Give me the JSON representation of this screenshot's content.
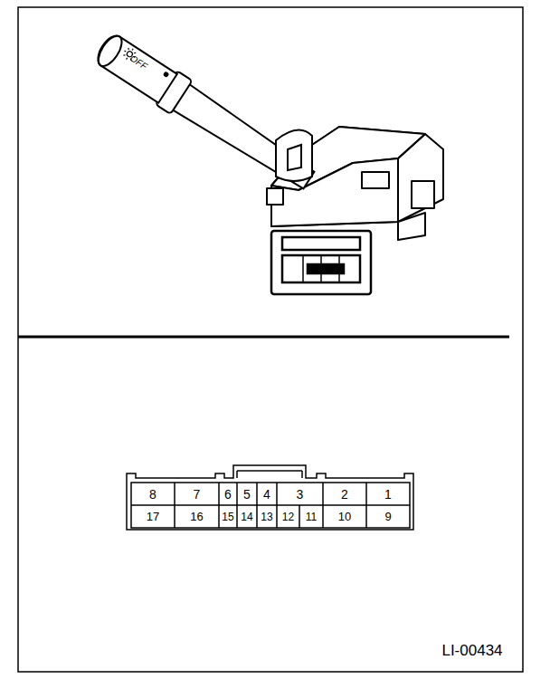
{
  "diagram": {
    "labels": [
      "OFF",
      "8",
      "7",
      "6",
      "5",
      "4",
      "3",
      "2",
      "1",
      "17",
      "16",
      "15",
      "14",
      "13",
      "12",
      "11",
      "10",
      "9",
      "LI-00434"
    ]
  }
}
